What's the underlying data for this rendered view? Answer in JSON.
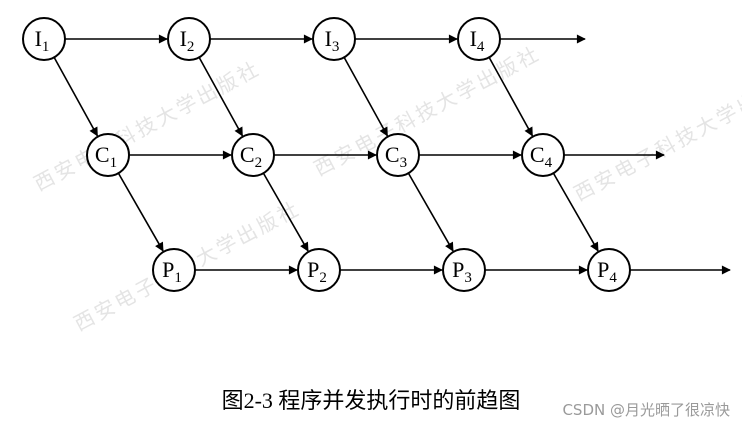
{
  "diagram": {
    "nodes": [
      {
        "id": "I1",
        "letter": "I",
        "sub": "1"
      },
      {
        "id": "I2",
        "letter": "I",
        "sub": "2"
      },
      {
        "id": "I3",
        "letter": "I",
        "sub": "3"
      },
      {
        "id": "I4",
        "letter": "I",
        "sub": "4"
      },
      {
        "id": "C1",
        "letter": "C",
        "sub": "1"
      },
      {
        "id": "C2",
        "letter": "C",
        "sub": "2"
      },
      {
        "id": "C3",
        "letter": "C",
        "sub": "3"
      },
      {
        "id": "C4",
        "letter": "C",
        "sub": "4"
      },
      {
        "id": "P1",
        "letter": "P",
        "sub": "1"
      },
      {
        "id": "P2",
        "letter": "P",
        "sub": "2"
      },
      {
        "id": "P3",
        "letter": "P",
        "sub": "3"
      },
      {
        "id": "P4",
        "letter": "P",
        "sub": "4"
      }
    ],
    "edges": [
      [
        "I1",
        "I2"
      ],
      [
        "I2",
        "I3"
      ],
      [
        "I3",
        "I4"
      ],
      [
        "I4",
        null
      ],
      [
        "C1",
        "C2"
      ],
      [
        "C2",
        "C3"
      ],
      [
        "C3",
        "C4"
      ],
      [
        "C4",
        null
      ],
      [
        "P1",
        "P2"
      ],
      [
        "P2",
        "P3"
      ],
      [
        "P3",
        "P4"
      ],
      [
        "P4",
        null
      ],
      [
        "I1",
        "C1"
      ],
      [
        "I2",
        "C2"
      ],
      [
        "I3",
        "C3"
      ],
      [
        "I4",
        "C4"
      ],
      [
        "C1",
        "P1"
      ],
      [
        "C2",
        "P2"
      ],
      [
        "C3",
        "P3"
      ],
      [
        "C4",
        "P4"
      ]
    ]
  },
  "caption": "图2-3  程序并发执行时的前趋图",
  "watermark": "西安电子科技大学出版社",
  "credit": "CSDN @月光晒了很凉快"
}
